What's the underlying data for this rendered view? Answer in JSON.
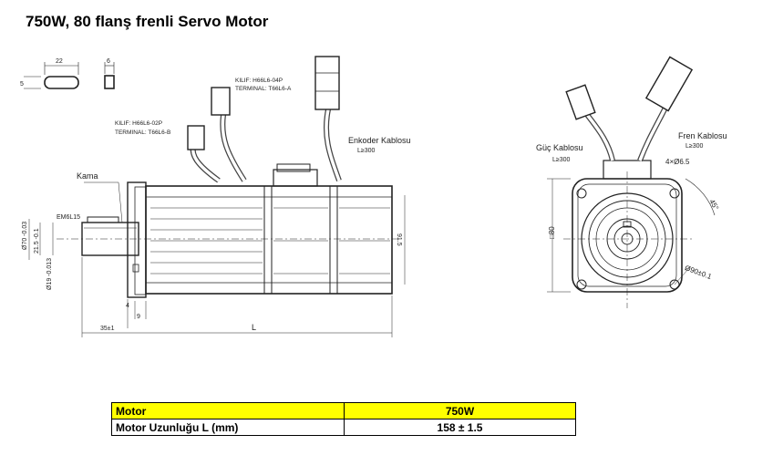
{
  "title": "750W, 80 flanş frenli Servo Motor",
  "labels": {
    "kilif_top": "KILIF: H66L6-04P",
    "terminal_top": "TERMINAL: T66L6-A",
    "kilif_left": "KILIF: H66L6-02P",
    "terminal_left": "TERMINAL: T66L6-B",
    "enkoder": "Enkoder Kablosu",
    "enkoder_len": "L≥300",
    "kama": "Kama",
    "guc": "Güç Kablosu",
    "guc_len": "L≥300",
    "fren": "Fren Kablosu",
    "fren_len": "L≥300"
  },
  "dimensions": {
    "key_len": "22",
    "key_w": "6",
    "key_h": "5",
    "thread": "EM6L15",
    "d70": "Ø70 -0.03",
    "d215": "21.5 -0.1",
    "d19": "Ø19 -0.013",
    "d4": "4",
    "d9": "9",
    "d35": "35±1",
    "L": "L",
    "d915": "91.5",
    "holes": "4×Ø6.5",
    "angle": "45°",
    "sq80": "□80",
    "d90": "Ø90±0.1"
  },
  "table": {
    "header": [
      "Motor",
      "750W"
    ],
    "rows": [
      [
        "Motor Uzunluğu L (mm)",
        "158 ± 1.5"
      ]
    ]
  }
}
